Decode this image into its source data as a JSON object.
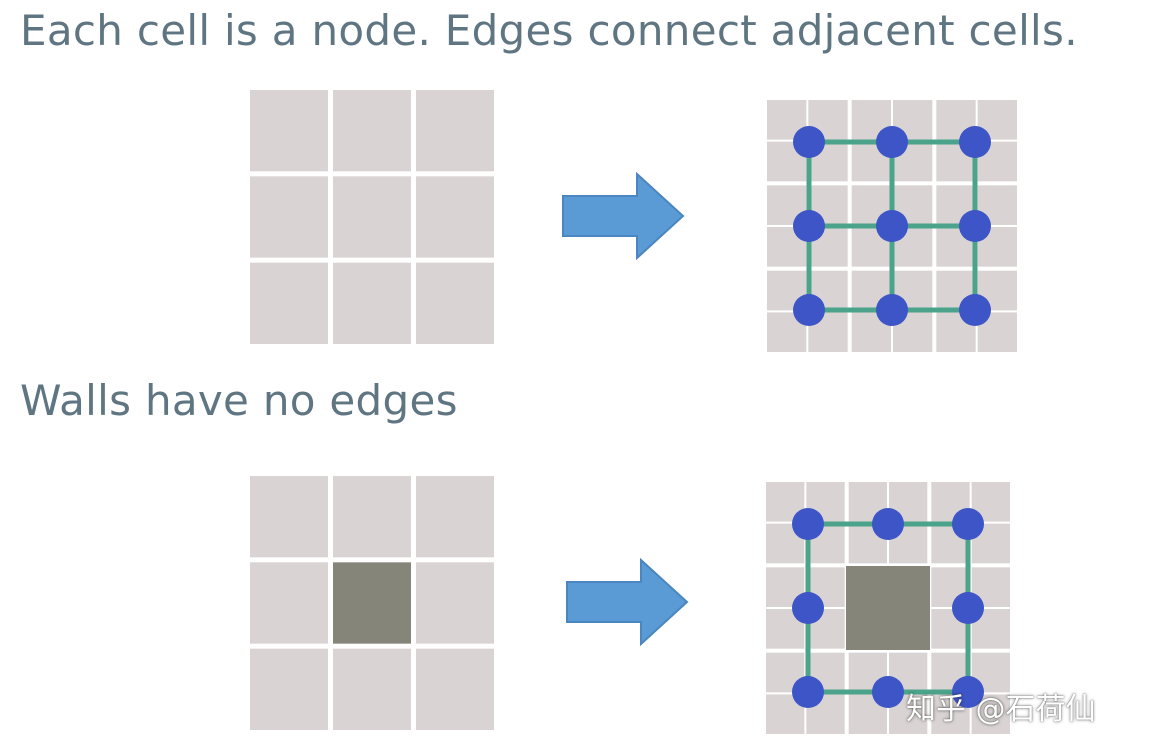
{
  "headings": {
    "grid_to_graph": "Each cell is a node. Edges connect adjacent cells.",
    "walls": "Walls have no edges"
  },
  "watermark": "知乎 @石荷仙",
  "grid": {
    "rows": 3,
    "cols": 3
  },
  "examples": [
    {
      "name": "open-grid",
      "walls": []
    },
    {
      "name": "wall-grid",
      "walls": [
        [
          1,
          1
        ]
      ]
    }
  ],
  "colors": {
    "cell": "#d9d3d3",
    "grid_line": "#ffffff",
    "wall": "#85857a",
    "node": "#3d55c6",
    "edge": "#4aa38a",
    "arrow": "#5b9bd5",
    "arrow_stroke": "#4a86bf",
    "heading": "#5f7682"
  }
}
